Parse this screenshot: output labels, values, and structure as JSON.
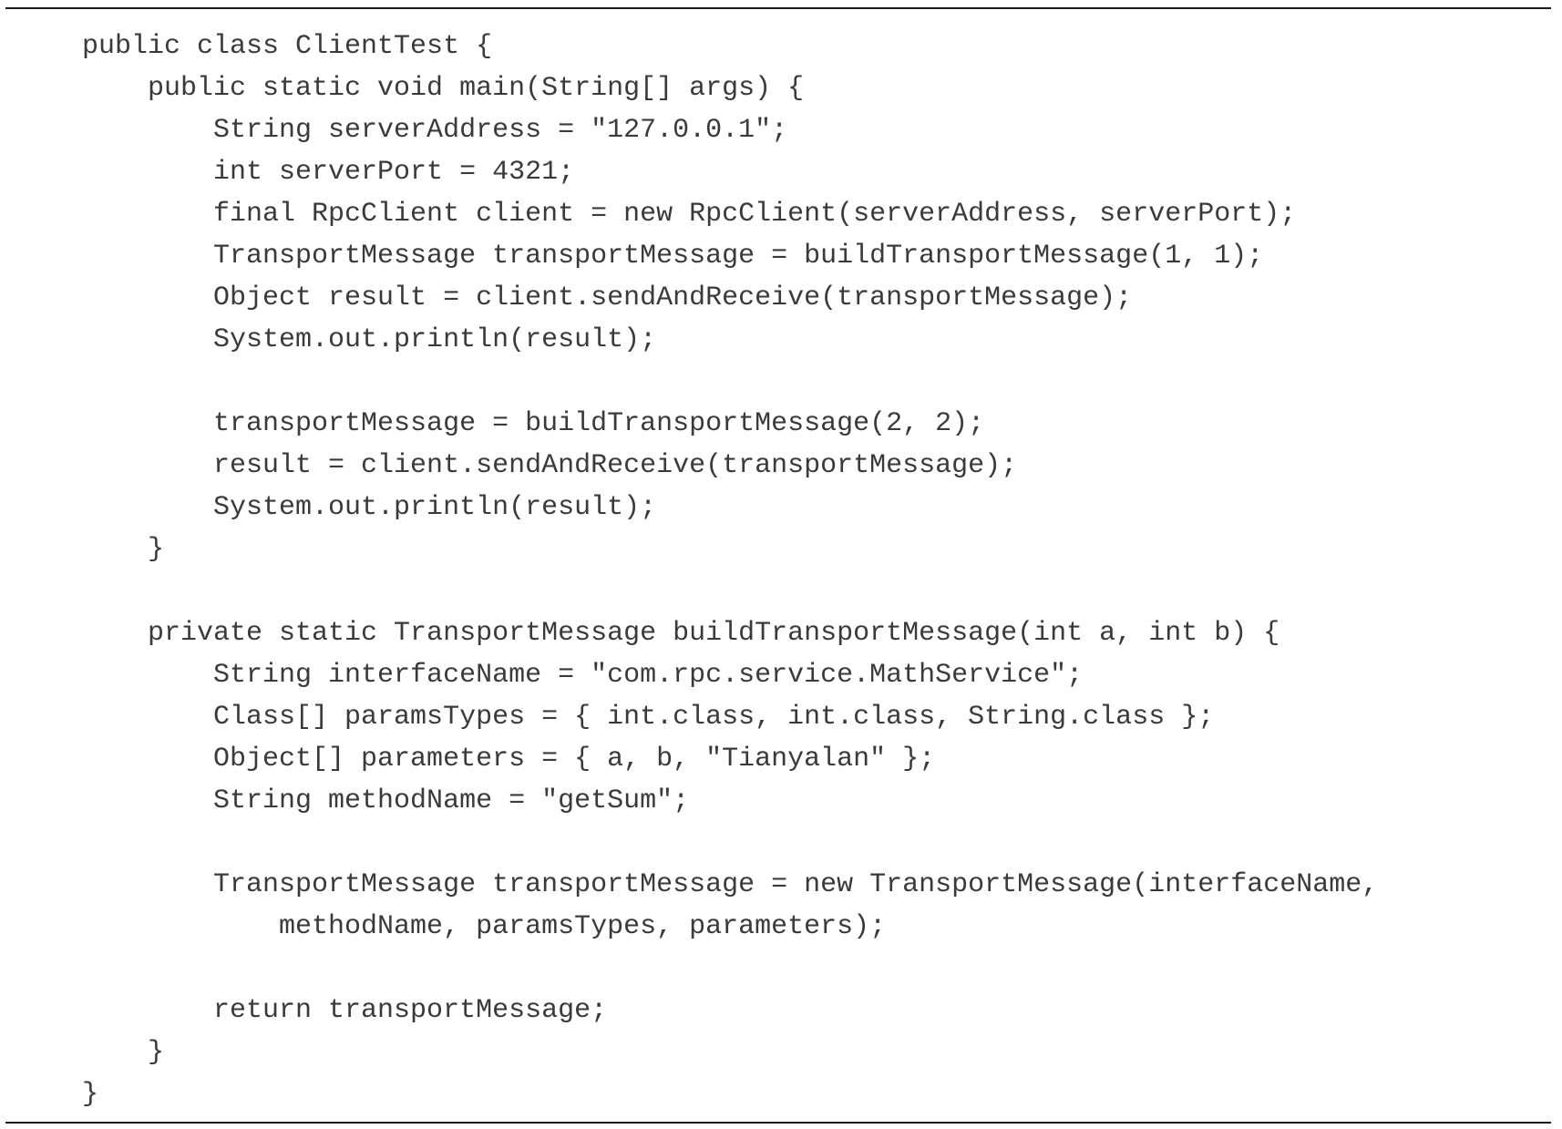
{
  "code": {
    "lines": [
      "public class ClientTest {",
      "    public static void main(String[] args) {",
      "        String serverAddress = \"127.0.0.1\";",
      "        int serverPort = 4321;",
      "        final RpcClient client = new RpcClient(serverAddress, serverPort);",
      "        TransportMessage transportMessage = buildTransportMessage(1, 1);",
      "        Object result = client.sendAndReceive(transportMessage);",
      "        System.out.println(result);",
      "",
      "        transportMessage = buildTransportMessage(2, 2);",
      "        result = client.sendAndReceive(transportMessage);",
      "        System.out.println(result);",
      "    }",
      "",
      "    private static TransportMessage buildTransportMessage(int a, int b) {",
      "        String interfaceName = \"com.rpc.service.MathService\";",
      "        Class[] paramsTypes = { int.class, int.class, String.class };",
      "        Object[] parameters = { a, b, \"Tianyalan\" };",
      "        String methodName = \"getSum\";",
      "",
      "        TransportMessage transportMessage = new TransportMessage(interfaceName,",
      "            methodName, paramsTypes, parameters);",
      "",
      "        return transportMessage;",
      "    }",
      "}"
    ]
  }
}
